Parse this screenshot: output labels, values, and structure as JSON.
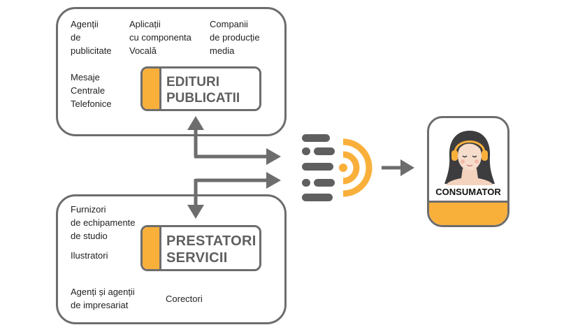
{
  "top_group": {
    "labels": [
      "Agenții\nde\npublicitate",
      "Aplicații\ncu componenta\nVocală",
      "Companii\nde producție\nmedia",
      "Mesaje\nCentrale\nTelefonice"
    ],
    "card_title": "EDITURI\nPUBLICATII"
  },
  "bottom_group": {
    "labels": [
      "Furnizori\nde echipamente\nde studio",
      "Ilustratori",
      "Agenți și agenții\nde impresariat",
      "Corectori"
    ],
    "card_title": "PRESTATORI\nSERVICII"
  },
  "consumer": {
    "label": "CONSUMATOR"
  },
  "colors": {
    "accent": "#f9b03b",
    "stroke": "#6d6d6d",
    "arrow": "#6d6d6d",
    "bar": "#5f5f5f"
  },
  "icons": [
    "audio-stream-icon",
    "listener-avatar-icon"
  ]
}
